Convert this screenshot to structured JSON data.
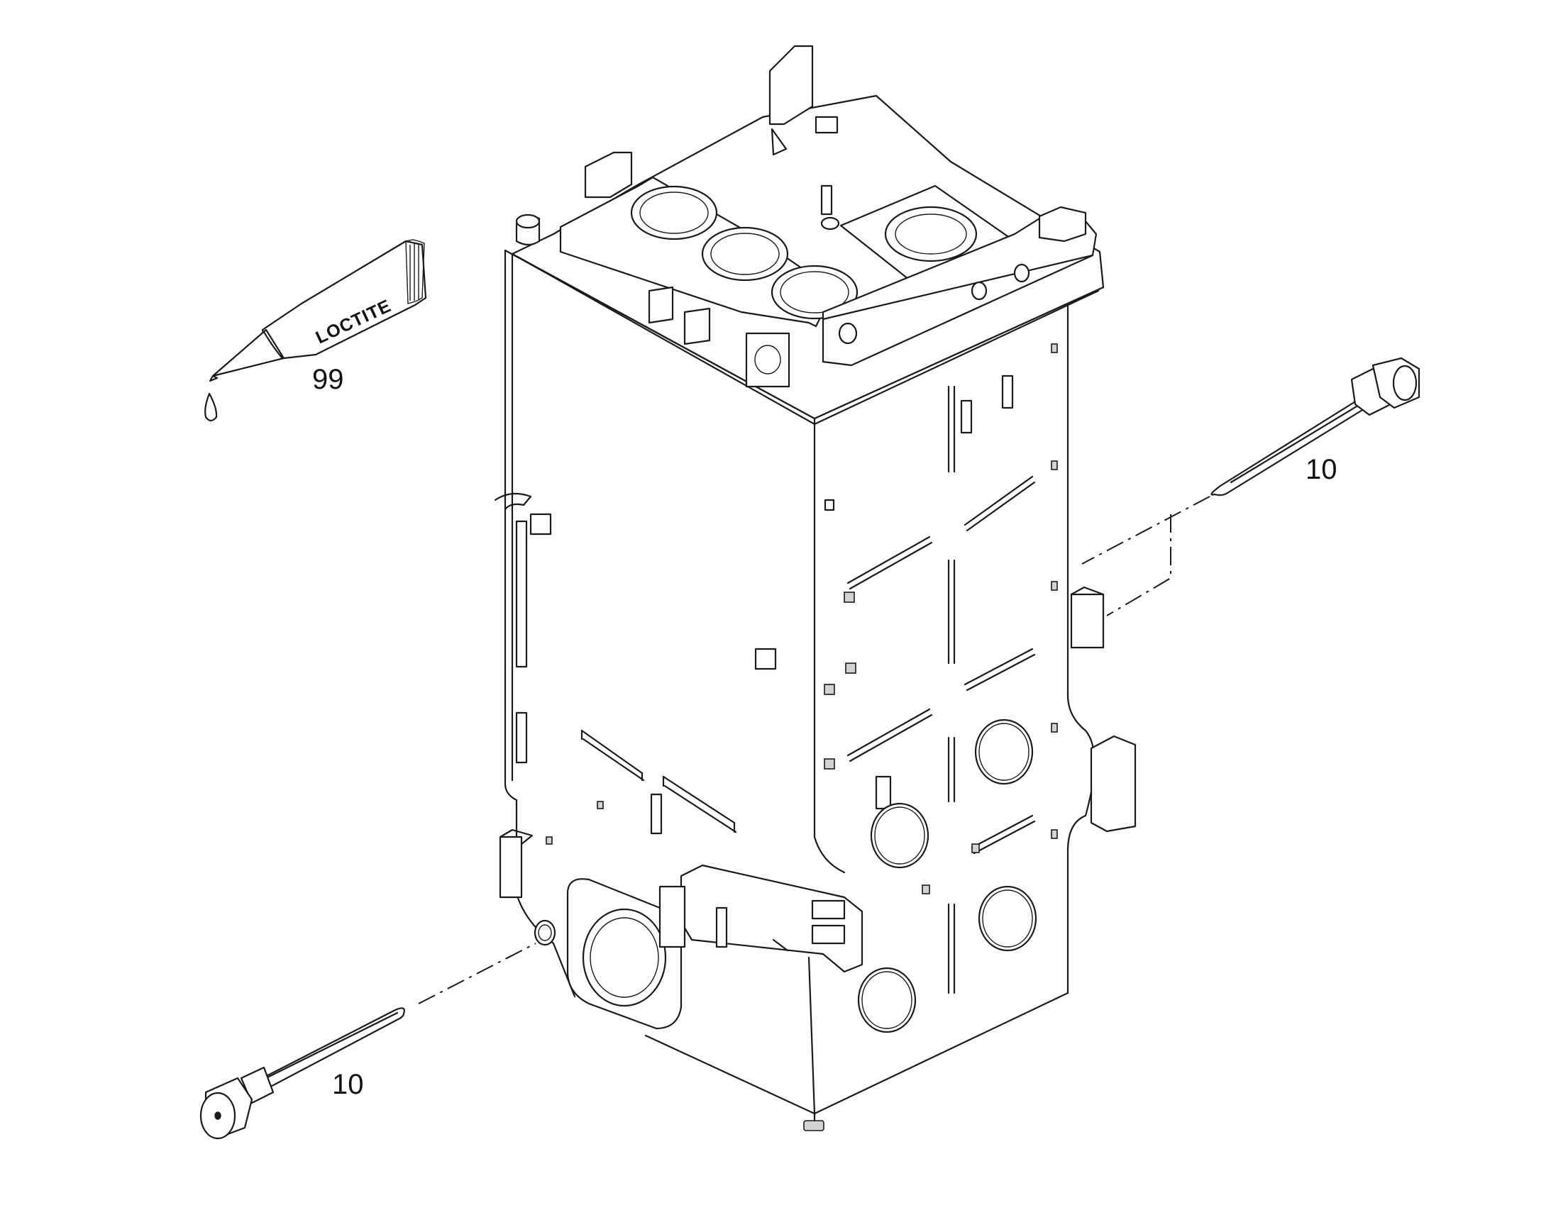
{
  "callouts": {
    "sealant": "99",
    "heater_right": "10",
    "heater_left": "10"
  },
  "tube_label": "LOCTITE",
  "colors": {
    "line": "#1a1a1a",
    "fill": "#ffffff",
    "shade": "#d2d2d2"
  }
}
